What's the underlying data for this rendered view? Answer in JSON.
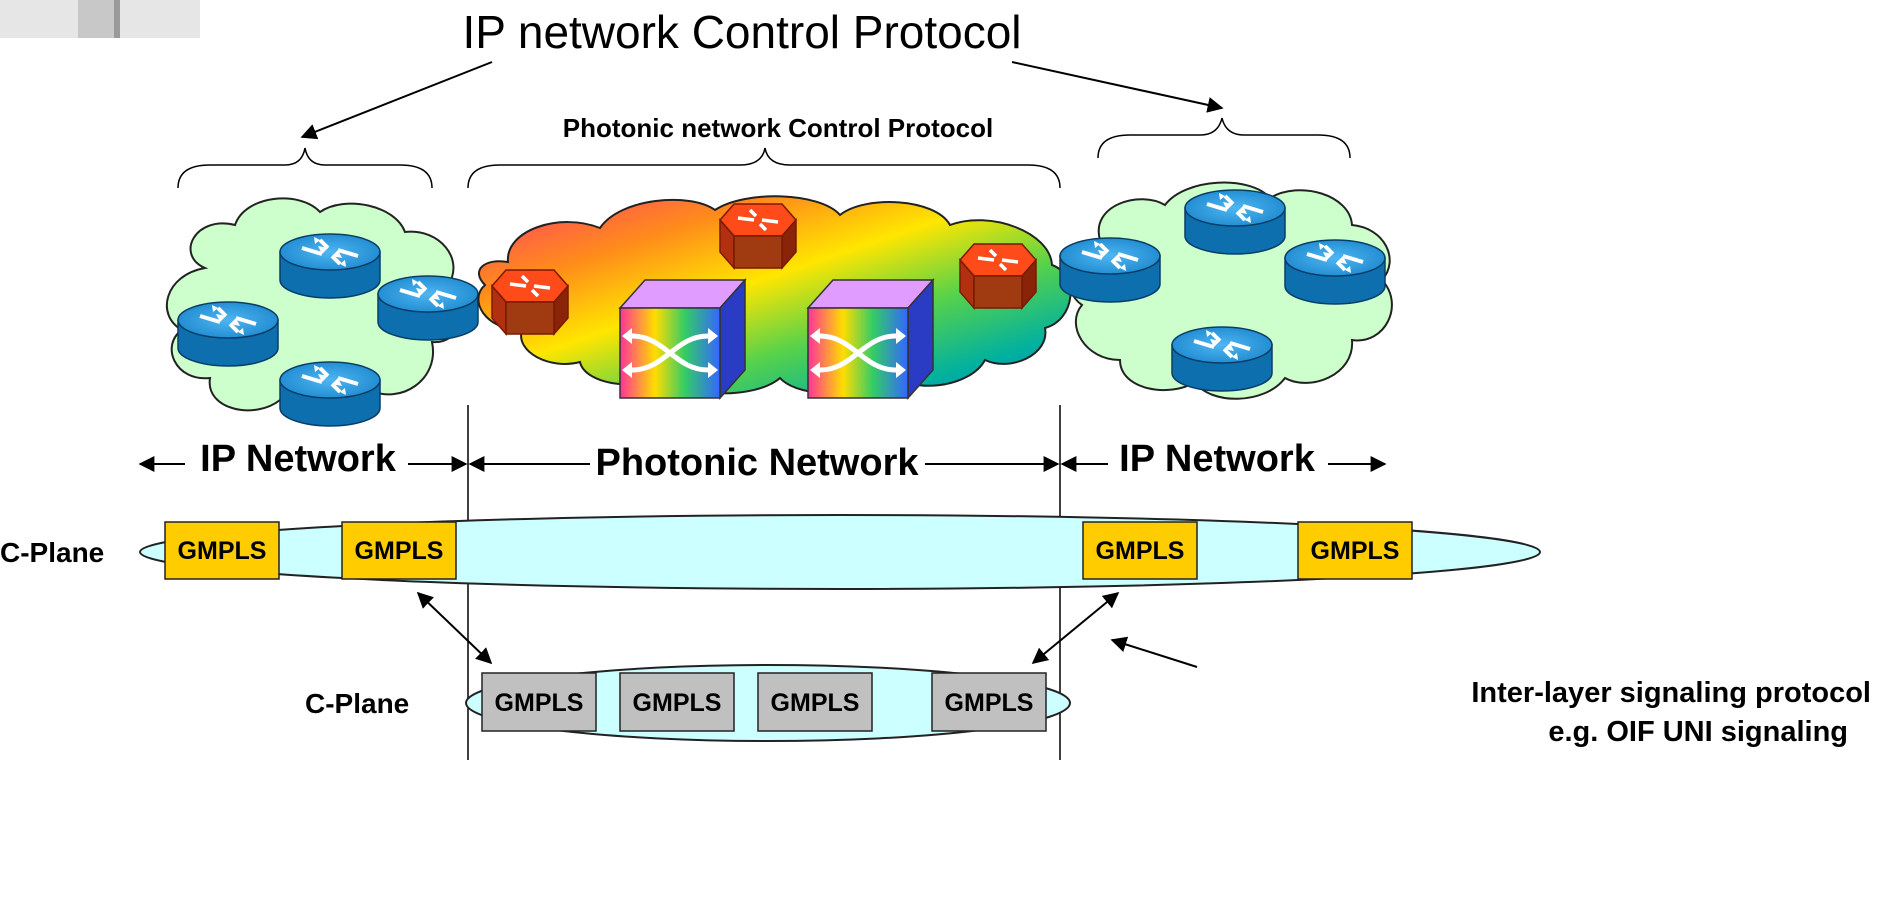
{
  "title": "IP network Control Protocol",
  "photonic_protocol": "Photonic network Control Protocol",
  "segments": {
    "left": "IP Network",
    "middle": "Photonic Network",
    "right": "IP Network"
  },
  "upper_plane": {
    "label": "C-Plane",
    "boxes": [
      "GMPLS",
      "GMPLS",
      "GMPLS",
      "GMPLS"
    ]
  },
  "lower_plane": {
    "label": "C-Plane",
    "boxes": [
      "GMPLS",
      "GMPLS",
      "GMPLS",
      "GMPLS"
    ]
  },
  "interlayer": {
    "line1": "Inter-layer signaling protocol",
    "line2": "e.g. OIF UNI signaling"
  },
  "colors": {
    "ip_cloud": "#ccffcc",
    "router_blue": "#1e8fd6",
    "router_red": "#e03a1a",
    "gmpls_ip": "#ffcc00",
    "gmpls_photonic": "#c0c0c0",
    "plane_fill": "#ccffff"
  }
}
